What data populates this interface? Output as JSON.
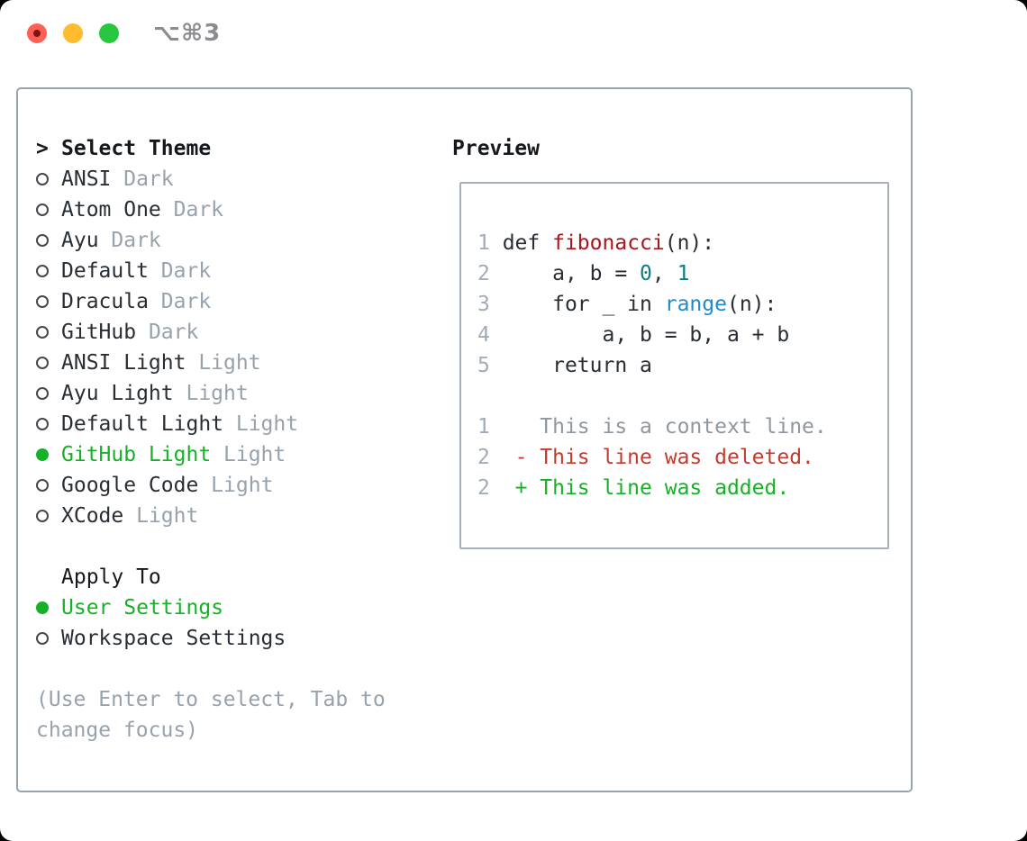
{
  "titlebar": {
    "shortcut": "⌥⌘3"
  },
  "panel": {
    "theme_section": {
      "prompt": ">",
      "title": "Select Theme",
      "items": [
        {
          "name": "ANSI",
          "variant": "Dark",
          "selected": false
        },
        {
          "name": "Atom One",
          "variant": "Dark",
          "selected": false
        },
        {
          "name": "Ayu",
          "variant": "Dark",
          "selected": false
        },
        {
          "name": "Default",
          "variant": "Dark",
          "selected": false
        },
        {
          "name": "Dracula",
          "variant": "Dark",
          "selected": false
        },
        {
          "name": "GitHub",
          "variant": "Dark",
          "selected": false
        },
        {
          "name": "ANSI Light",
          "variant": "Light",
          "selected": false
        },
        {
          "name": "Ayu Light",
          "variant": "Light",
          "selected": false
        },
        {
          "name": "Default Light",
          "variant": "Light",
          "selected": false
        },
        {
          "name": "GitHub Light",
          "variant": "Light",
          "selected": true
        },
        {
          "name": "Google Code",
          "variant": "Light",
          "selected": false
        },
        {
          "name": "XCode",
          "variant": "Light",
          "selected": false
        }
      ]
    },
    "apply_section": {
      "title": "Apply To",
      "options": [
        {
          "label": "User Settings",
          "selected": true
        },
        {
          "label": "Workspace Settings",
          "selected": false
        }
      ]
    },
    "hint": "(Use Enter to select, Tab to change focus)"
  },
  "preview": {
    "title": "Preview",
    "snippet_lines": [
      [
        {
          "t": "1",
          "c": "ln"
        },
        {
          "t": " def ",
          "c": "text"
        },
        {
          "t": "fibonacci",
          "c": "func"
        },
        {
          "t": "(n):",
          "c": "text"
        }
      ],
      [
        {
          "t": "2",
          "c": "ln"
        },
        {
          "t": "     a, b = ",
          "c": "text"
        },
        {
          "t": "0",
          "c": "numlit"
        },
        {
          "t": ", ",
          "c": "text"
        },
        {
          "t": "1",
          "c": "numlit"
        }
      ],
      [
        {
          "t": "3",
          "c": "ln"
        },
        {
          "t": "     for _ in ",
          "c": "text"
        },
        {
          "t": "range",
          "c": "builtin"
        },
        {
          "t": "(n):",
          "c": "text"
        }
      ],
      [
        {
          "t": "4",
          "c": "ln"
        },
        {
          "t": "         a, b = b, a + b",
          "c": "text"
        }
      ],
      [
        {
          "t": "5",
          "c": "ln"
        },
        {
          "t": "     return a",
          "c": "text"
        }
      ]
    ],
    "diff_lines": [
      [
        {
          "t": "1",
          "c": "ln"
        },
        {
          "t": "    This is a context line.",
          "c": "ctx"
        }
      ],
      [
        {
          "t": "2",
          "c": "ln"
        },
        {
          "t": "  ",
          "c": "text"
        },
        {
          "t": "- This line was deleted.",
          "c": "del"
        }
      ],
      [
        {
          "t": "2",
          "c": "ln"
        },
        {
          "t": "  ",
          "c": "text"
        },
        {
          "t": "+ This line was added.",
          "c": "add"
        }
      ]
    ]
  },
  "colors": {
    "window_bg": "#ffffff",
    "page_bg": "#000000",
    "panel_border": "#99a3ae",
    "box_border": "#a7afba",
    "text_dark": "#282e34",
    "header_black": "#15191d",
    "muted_gray": "#98a2ad",
    "line_number": "#a2acb8",
    "context_gray": "#8f979f",
    "accent_green": "#16b127",
    "keyword_red": "#a6161d",
    "diff_red": "#c43a2c",
    "diff_green": "#16b127",
    "number_teal": "#0d7e84",
    "builtin_blue": "#2289cb",
    "ring_gray": "#42484e",
    "shortcut_gray": "#8a8c8f",
    "traffic_red": "#fe5f57",
    "traffic_red_dot": "#7c150d",
    "traffic_yellow": "#febc2e",
    "traffic_green": "#27c83f"
  }
}
